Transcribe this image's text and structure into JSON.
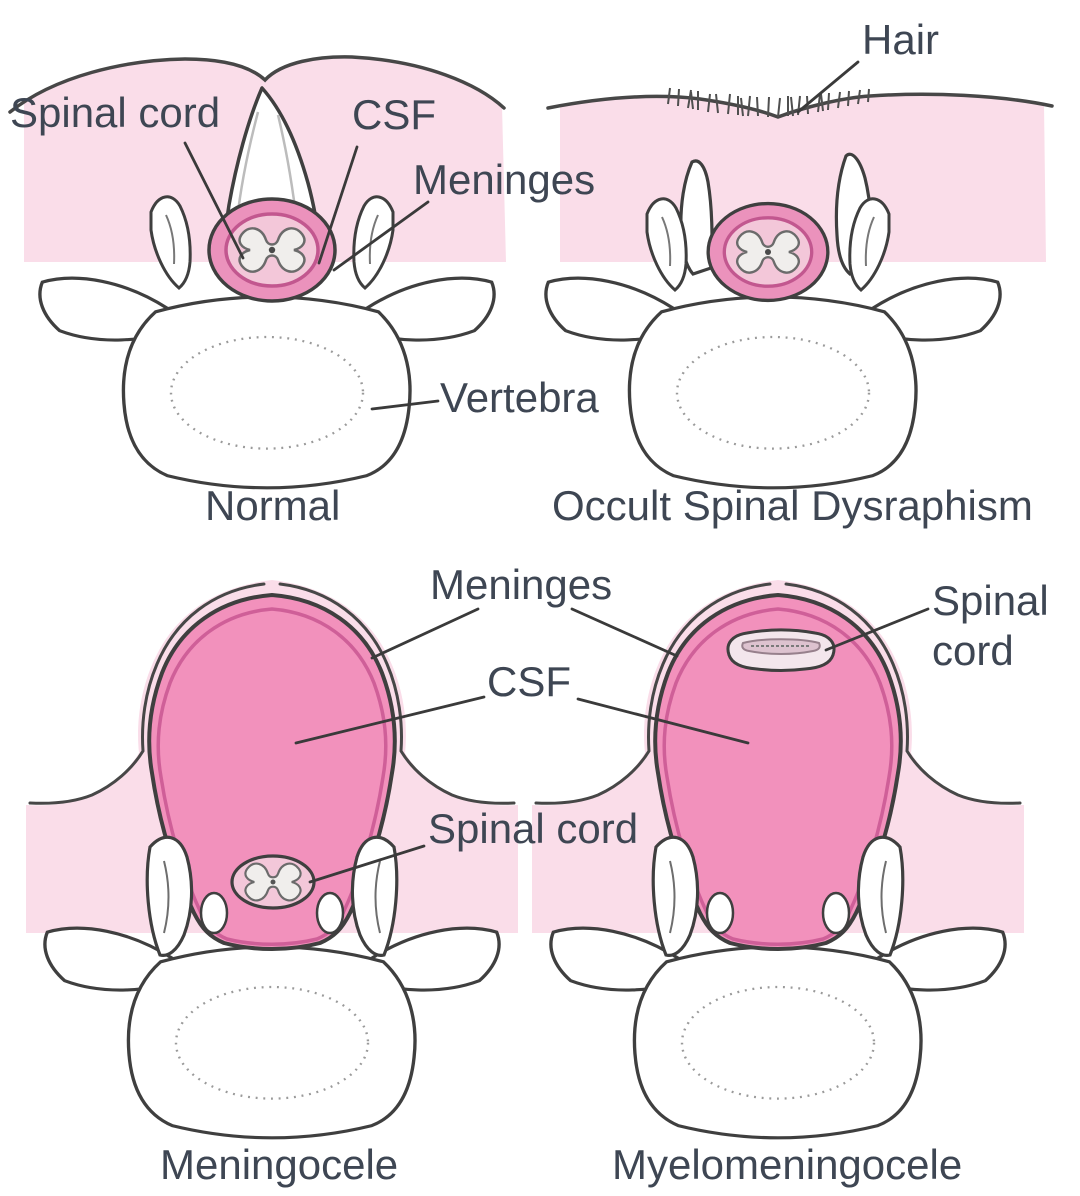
{
  "figure_type": "medical diagram — spinal dysraphism cross-sections",
  "panels": {
    "normal": {
      "caption": "Normal",
      "labels": {
        "spinal_cord": "Spinal cord",
        "csf": "CSF",
        "meninges": "Meninges",
        "vertebra": "Vertebra"
      }
    },
    "occult": {
      "caption": "Occult Spinal Dysraphism",
      "labels": {
        "hair": "Hair"
      }
    },
    "meningocele": {
      "caption": "Meningocele",
      "labels": {
        "meninges": "Meninges",
        "csf": "CSF",
        "spinal_cord": "Spinal cord"
      }
    },
    "myelomeningocele": {
      "caption": "Myelomeningocele",
      "labels": {
        "spinal_cord": "Spinal cord"
      }
    }
  },
  "colors": {
    "skin": "#fadde9",
    "sac": "#f291bc",
    "ring": "#eb92bc",
    "membrane": "#cf5f98",
    "csf": "#f3c7d9",
    "cordgray": "#f0eeec",
    "outline": "#3f3f3f",
    "text": "#3e4653"
  }
}
